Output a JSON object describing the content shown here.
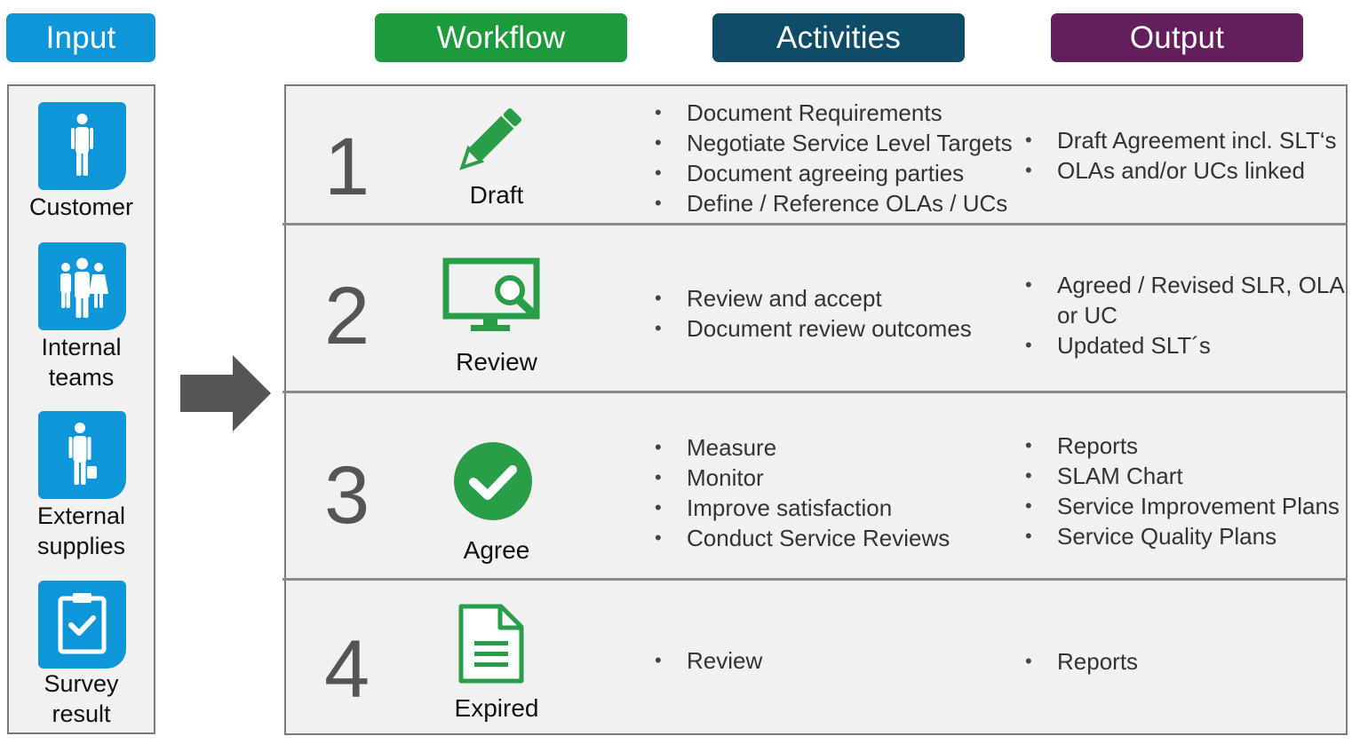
{
  "headers": {
    "input": "Input",
    "workflow": "Workflow",
    "activities": "Activities",
    "output": "Output"
  },
  "colors": {
    "input": "#0f96d8",
    "workflow": "#1d9a3b",
    "activities": "#0f4c68",
    "output": "#631f5c"
  },
  "inputs": [
    {
      "label_lines": [
        "Customer"
      ],
      "icon": "person-icon"
    },
    {
      "label_lines": [
        "Internal",
        "teams"
      ],
      "icon": "team-icon"
    },
    {
      "label_lines": [
        "External",
        "supplies"
      ],
      "icon": "supplier-icon"
    },
    {
      "label_lines": [
        "Survey",
        "result"
      ],
      "icon": "clipboard-check-icon"
    }
  ],
  "rows": [
    {
      "number": "1",
      "stage": "Draft",
      "icon": "pencil-icon",
      "activities": [
        "Document Requirements",
        "Negotiate Service Level Targets",
        "Document agreeing parties",
        "Define / Reference OLAs / UCs"
      ],
      "outputs": [
        [
          "Draft Agreement incl. SLT‘s"
        ],
        [
          "OLAs and/or UCs linked"
        ]
      ]
    },
    {
      "number": "2",
      "stage": "Review",
      "icon": "monitor-search-icon",
      "activities": [
        "Review and accept",
        "Document review outcomes"
      ],
      "outputs": [
        [
          "Agreed / Revised SLR, OLA",
          "or UC"
        ],
        [
          "Updated SLT´s"
        ]
      ]
    },
    {
      "number": "3",
      "stage": "Agree",
      "icon": "checkmark-icon",
      "activities": [
        "Measure",
        "Monitor",
        "Improve satisfaction",
        "Conduct Service Reviews"
      ],
      "outputs": [
        [
          "Reports"
        ],
        [
          "SLAM Chart"
        ],
        [
          "Service Improvement Plans"
        ],
        [
          "Service Quality Plans"
        ]
      ]
    },
    {
      "number": "4",
      "stage": "Expired",
      "icon": "document-icon",
      "activities": [
        "Review"
      ],
      "outputs": [
        [
          "Reports"
        ]
      ]
    }
  ]
}
